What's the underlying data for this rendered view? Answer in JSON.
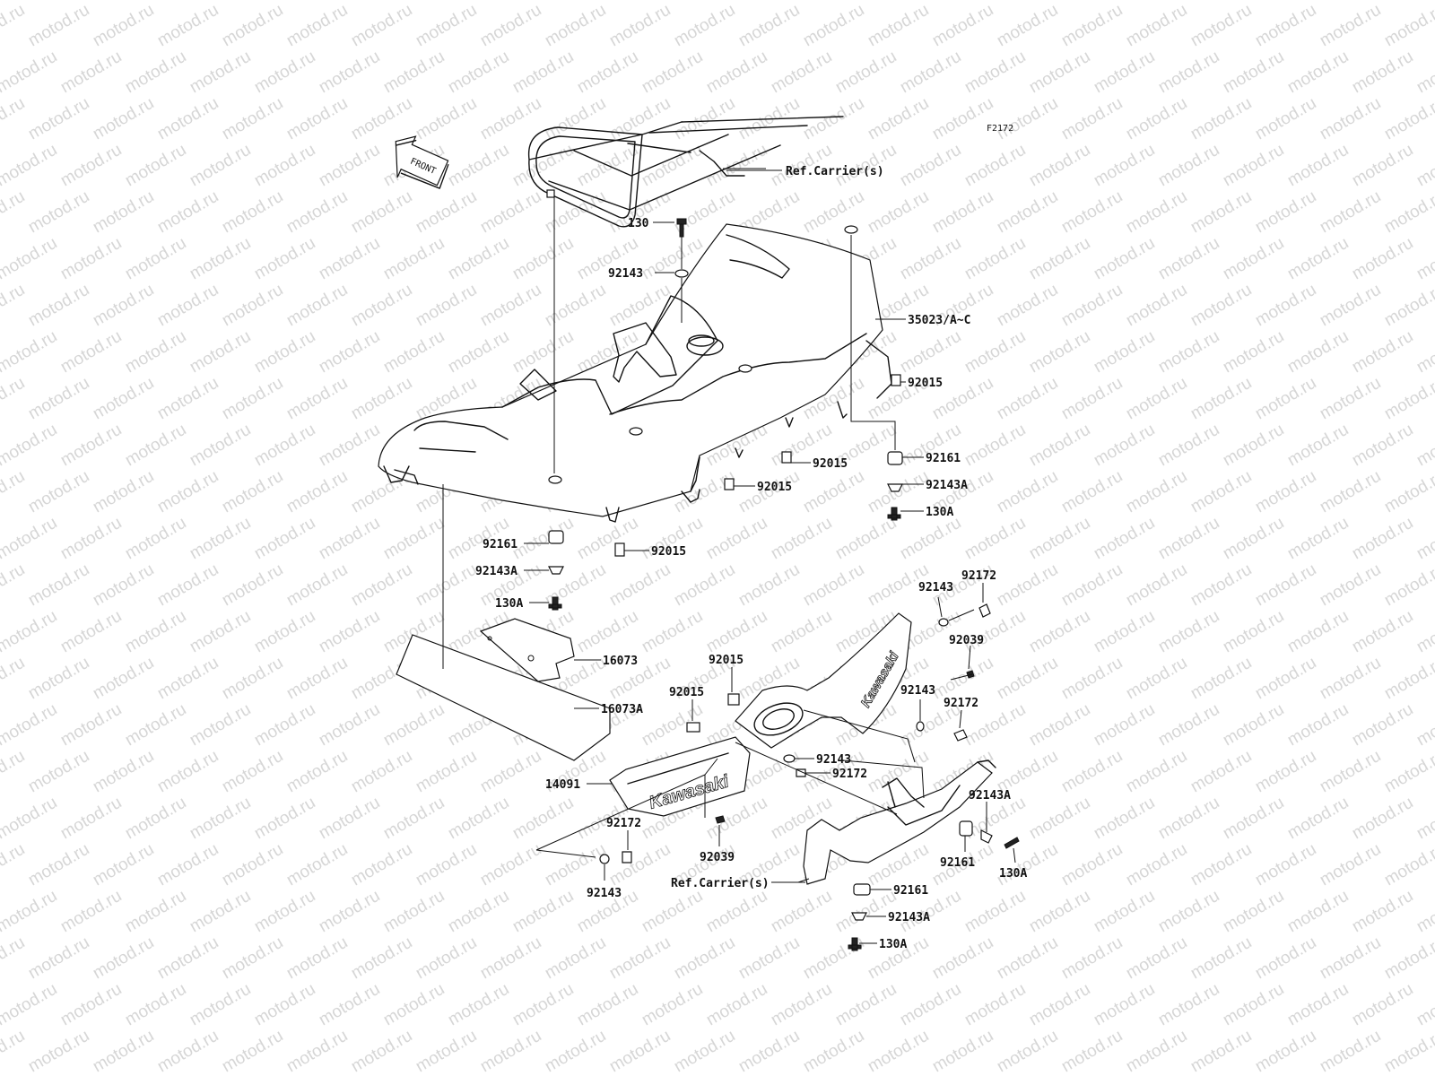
{
  "watermark": {
    "text": "motod.ru",
    "color": "#d6d6d6"
  },
  "figure_code": "F2172",
  "front_badge": "FRONT",
  "brand_text": "Kawasaki",
  "callouts": [
    {
      "id": "ref-carrier-top",
      "text": "Ref.Carrier(s)"
    },
    {
      "id": "130-top",
      "text": "130"
    },
    {
      "id": "92143-top",
      "text": "92143"
    },
    {
      "id": "35023",
      "text": "35023/A~C"
    },
    {
      "id": "92015-r1",
      "text": "92015"
    },
    {
      "id": "92161-r1",
      "text": "92161"
    },
    {
      "id": "92015-c1",
      "text": "92015"
    },
    {
      "id": "92143A-r1",
      "text": "92143A"
    },
    {
      "id": "92015-c2",
      "text": "92015"
    },
    {
      "id": "130A-r1",
      "text": "130A"
    },
    {
      "id": "92161-l",
      "text": "92161"
    },
    {
      "id": "92015-c3",
      "text": "92015"
    },
    {
      "id": "92143A-l",
      "text": "92143A"
    },
    {
      "id": "130A-l",
      "text": "130A"
    },
    {
      "id": "92143-r2",
      "text": "92143"
    },
    {
      "id": "92172-r2",
      "text": "92172"
    },
    {
      "id": "92039-r",
      "text": "92039"
    },
    {
      "id": "16073",
      "text": "16073"
    },
    {
      "id": "92015-m1",
      "text": "92015"
    },
    {
      "id": "92143-r3",
      "text": "92143"
    },
    {
      "id": "92015-m2",
      "text": "92015"
    },
    {
      "id": "92172-r3",
      "text": "92172"
    },
    {
      "id": "16073A",
      "text": "16073A"
    },
    {
      "id": "92143-m",
      "text": "92143"
    },
    {
      "id": "92172-m",
      "text": "92172"
    },
    {
      "id": "14091",
      "text": "14091"
    },
    {
      "id": "92143A-b",
      "text": "92143A"
    },
    {
      "id": "92172-b",
      "text": "92172"
    },
    {
      "id": "92039-b",
      "text": "92039"
    },
    {
      "id": "92161-b1",
      "text": "92161"
    },
    {
      "id": "130A-b1",
      "text": "130A"
    },
    {
      "id": "ref-carrier-bot",
      "text": "Ref.Carrier(s)"
    },
    {
      "id": "92161-b2",
      "text": "92161"
    },
    {
      "id": "92143-b",
      "text": "92143"
    },
    {
      "id": "92143A-b2",
      "text": "92143A"
    },
    {
      "id": "130A-b2",
      "text": "130A"
    }
  ]
}
